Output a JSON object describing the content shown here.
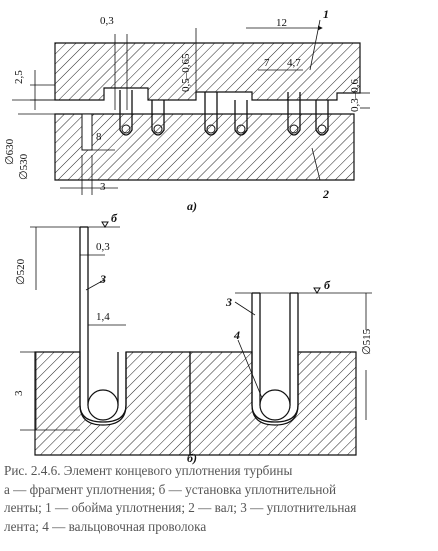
{
  "caption": {
    "line1": "Рис. 2.4.6. Элемент концевого уплотнения турбины",
    "line2": "а — фрагмент уплотнения; б — установка уплотнительной",
    "line3": "ленты; 1 — обойма уплотнения; 2 — вал; 3 — уплотнительная",
    "line4": "лента; 4 — вальцовочная проволока"
  },
  "part_a": {
    "sublabel": "а)",
    "dims": {
      "gap": "0,3",
      "gap_range": "0,5–0,65",
      "pitch": "12",
      "step_left": "7",
      "step_right": "4,7",
      "strip_height": "2,5",
      "clearance": "0,3–0,6",
      "dia_630": "∅630",
      "dia_530": "∅530",
      "depth": "8",
      "groove_width": "3"
    },
    "callouts": {
      "casing": "1",
      "shaft": "2"
    }
  },
  "part_b": {
    "sublabel": "б)",
    "dims": {
      "dia_520": "∅520",
      "thickness": "0,3",
      "width": "1,4",
      "depth": "3",
      "dia_515": "∅515"
    },
    "callouts": {
      "mark_left": "б",
      "mark_right": "б",
      "strip_left": "3",
      "strip_right": "3",
      "wire": "4"
    }
  }
}
